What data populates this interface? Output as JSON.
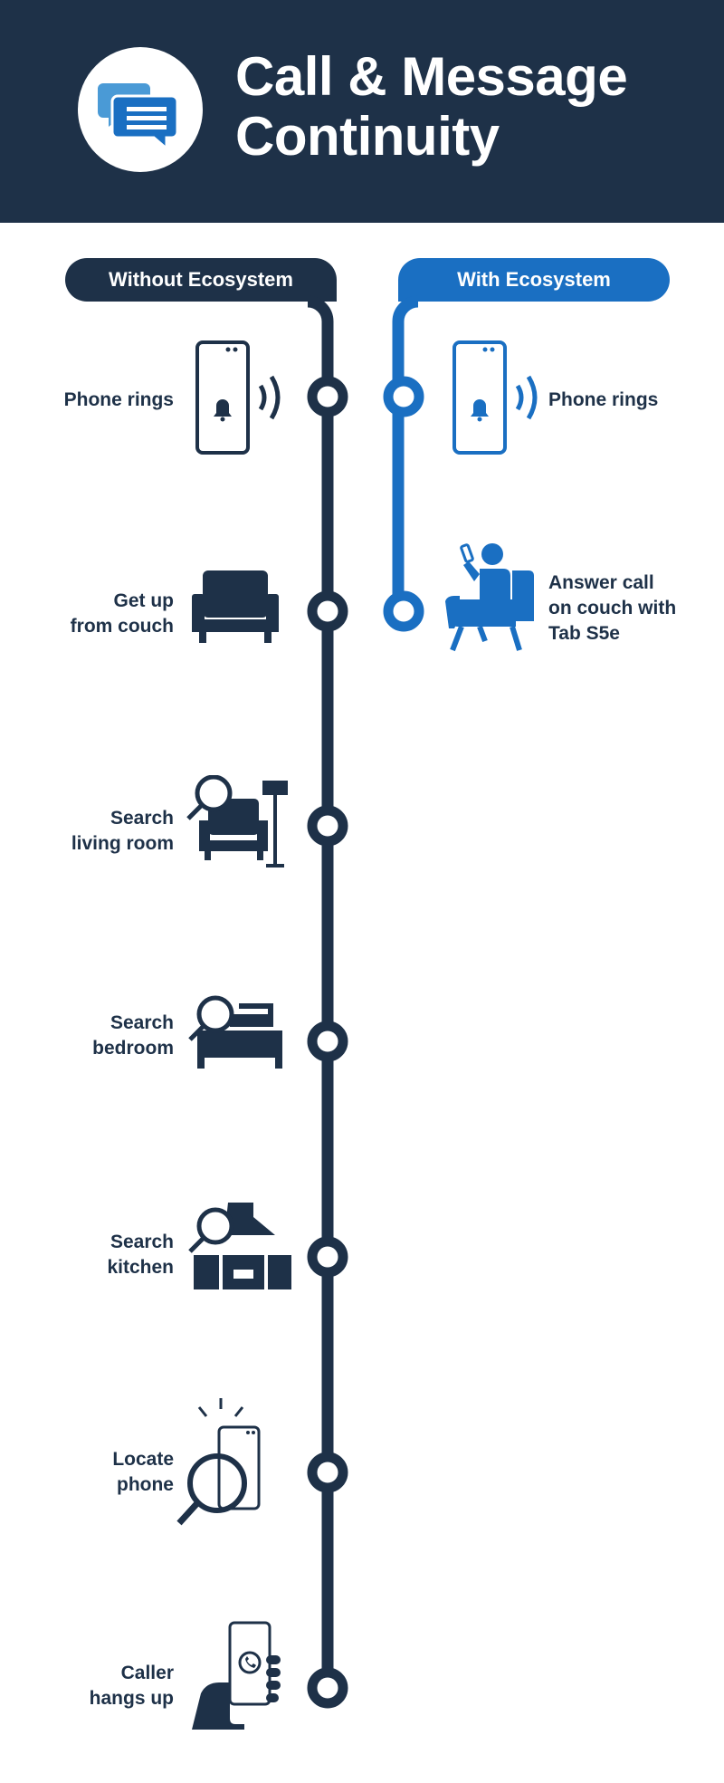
{
  "header": {
    "title_line1": "Call & Message",
    "title_line2": "Continuity",
    "logo_icon": "chat-bubbles-icon"
  },
  "columns": {
    "left_label": "Without Ecosystem",
    "right_label": "With Ecosystem"
  },
  "colors": {
    "navy": "#1e3148",
    "blue": "#1a6fc2",
    "white": "#ffffff"
  },
  "without_steps": [
    {
      "line1": "Phone rings",
      "line2": "",
      "icon": "ringing-phone-icon"
    },
    {
      "line1": "Get up",
      "line2": "from couch",
      "icon": "couch-icon"
    },
    {
      "line1": "Search",
      "line2": "living room",
      "icon": "search-living-room-icon"
    },
    {
      "line1": "Search",
      "line2": "bedroom",
      "icon": "search-bedroom-icon"
    },
    {
      "line1": "Search",
      "line2": "kitchen",
      "icon": "search-kitchen-icon"
    },
    {
      "line1": "Locate",
      "line2": "phone",
      "icon": "locate-phone-icon"
    },
    {
      "line1": "Caller",
      "line2": "hangs up",
      "icon": "hand-holding-phone-icon"
    }
  ],
  "with_steps": [
    {
      "line1": "Phone rings",
      "line2": "",
      "line3": "",
      "icon": "ringing-phone-icon"
    },
    {
      "line1": "Answer call",
      "line2": "on couch with",
      "line3": "Tab S5e",
      "icon": "person-on-couch-with-tablet-icon"
    }
  ]
}
